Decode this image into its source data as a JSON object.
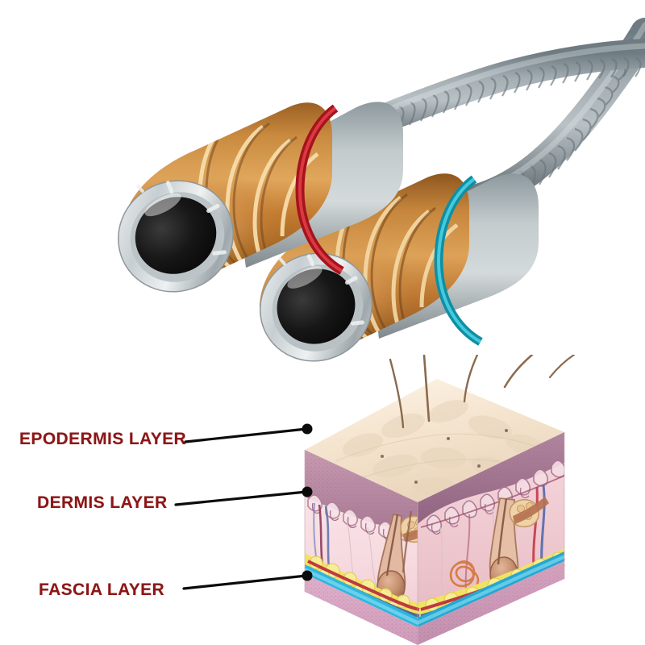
{
  "page": {
    "title": "Skin Layers Treatment Infographic",
    "background_color": "#ffffff"
  },
  "labels": [
    {
      "id": "epidermis",
      "text": "EPODERMIS LAYER",
      "color": "#8c1616",
      "target": "epidermis-layer-of-skin-block"
    },
    {
      "id": "dermis",
      "text": "DERMIS LAYER",
      "color": "#8c1616",
      "target": "dermis-layer-of-skin-block"
    },
    {
      "id": "fascia",
      "text": "FASCIA LAYER",
      "color": "#8c1616",
      "target": "fascia-layer-of-skin-block"
    }
  ],
  "device": {
    "name": "dual-handpiece-applicator",
    "handpieces": [
      {
        "id": "left-handpiece",
        "accent_ring_color": "#c0202a",
        "body_color": "#c8823c",
        "bezel_color": "#c9cdd0",
        "lens_color": "#121212",
        "groove_count": 4
      },
      {
        "id": "right-handpiece",
        "accent_ring_color": "#1596a8",
        "body_color": "#c8823c",
        "bezel_color": "#c9cdd0",
        "lens_color": "#121212",
        "groove_count": 4
      }
    ],
    "cable": {
      "id": "ribbed-cable",
      "color": "#7e8b92",
      "style": "ribbed-flexible-conduit",
      "count": 2
    }
  },
  "skin_diagram": {
    "name": "skin-cross-section-block",
    "layers": [
      {
        "name": "epidermis",
        "color": "#b0849c",
        "surface_color": "#f6e8d6"
      },
      {
        "name": "dermis",
        "color": "#f0cdd3"
      },
      {
        "name": "fat-subcutaneous",
        "color": "#f0e05a"
      },
      {
        "name": "fascia",
        "color": "#2eb6dd"
      },
      {
        "name": "muscle",
        "color": "#d9a9c4"
      }
    ],
    "features": [
      "hair-shaft",
      "hair-follicle",
      "sebaceous-gland",
      "sweat-gland",
      "arrector-pili-muscle",
      "artery",
      "vein",
      "nerve"
    ],
    "hair_count": 5
  }
}
